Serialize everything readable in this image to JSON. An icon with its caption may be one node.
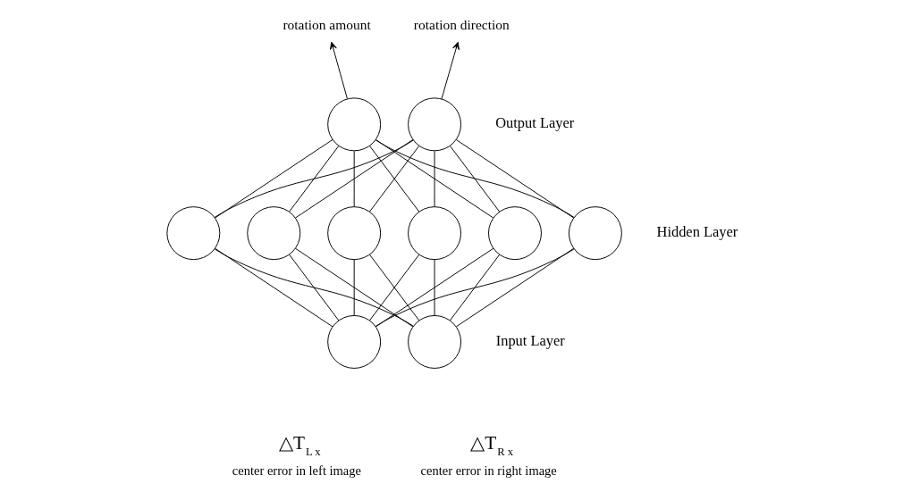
{
  "diagram": {
    "nodes": [
      {
        "text": [
          "rotation amount"
        ]
      },
      {
        "text": [
          "rotation direction"
        ]
      },
      {
        "text": [],
        "shape": "circle"
      },
      {
        "text": [],
        "shape": "circle"
      },
      {
        "text": [],
        "shape": "circle"
      },
      {
        "text": [],
        "shape": "circle"
      },
      {
        "text": [],
        "shape": "circle"
      },
      {
        "text": [],
        "shape": "circle"
      },
      {
        "text": [],
        "shape": "circle"
      },
      {
        "text": [],
        "shape": "circle"
      },
      {
        "text": [],
        "shape": "circle",
        "beside": [
          "△T$_{L x}$",
          "center error in left image"
        ]
      },
      {
        "text": [],
        "shape": "circle",
        "beside": [
          "△T$_{R x}$",
          "center error in right image"
        ]
      }
    ],
    "edges": [
      {
        "from": 2,
        "to": 0,
        "arrow": "to"
      },
      {
        "from": 3,
        "to": 1,
        "arrow": "to"
      },
      {
        "from": 4,
        "to": 2,
        "arrow": "none"
      },
      {
        "from": 5,
        "to": 2,
        "arrow": "none"
      },
      {
        "from": 6,
        "to": 2,
        "arrow": "none"
      },
      {
        "from": 7,
        "to": 2,
        "arrow": "none"
      },
      {
        "from": 8,
        "to": 2,
        "arrow": "none"
      },
      {
        "from": 9,
        "to": 2,
        "arrow": "none"
      },
      {
        "from": 4,
        "to": 3,
        "arrow": "none"
      },
      {
        "from": 5,
        "to": 3,
        "arrow": "none"
      },
      {
        "from": 6,
        "to": 3,
        "arrow": "none"
      },
      {
        "from": 7,
        "to": 3,
        "arrow": "none"
      },
      {
        "from": 8,
        "to": 3,
        "arrow": "none"
      },
      {
        "from": 9,
        "to": 3,
        "arrow": "none"
      },
      {
        "from": 10,
        "to": 4,
        "arrow": "none"
      },
      {
        "from": 10,
        "to": 5,
        "arrow": "none"
      },
      {
        "from": 10,
        "to": 6,
        "arrow": "none"
      },
      {
        "from": 10,
        "to": 7,
        "arrow": "none"
      },
      {
        "from": 10,
        "to": 8,
        "arrow": "none"
      },
      {
        "from": 10,
        "to": 9,
        "arrow": "none"
      },
      {
        "from": 11,
        "to": 4,
        "arrow": "none"
      },
      {
        "from": 11,
        "to": 5,
        "arrow": "none"
      },
      {
        "from": 11,
        "to": 6,
        "arrow": "none"
      },
      {
        "from": 11,
        "to": 7,
        "arrow": "none"
      },
      {
        "from": 11,
        "to": 8,
        "arrow": "none"
      },
      {
        "from": 11,
        "to": 9,
        "arrow": "none"
      }
    ],
    "labels": [
      "Output Layer",
      "Hidden Layer",
      "Input Layer"
    ]
  }
}
